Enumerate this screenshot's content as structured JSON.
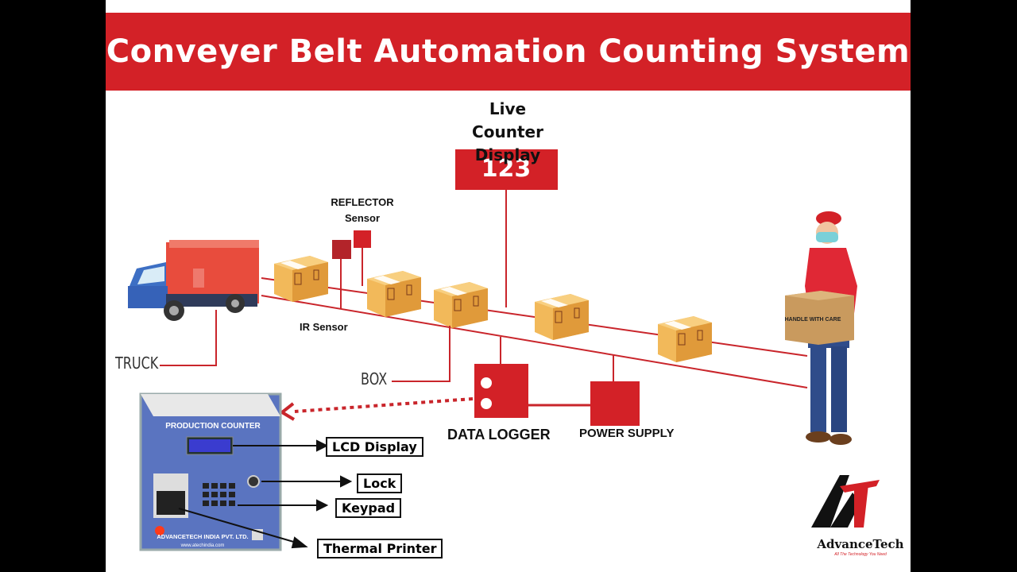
{
  "title": "Conveyer Belt Automation Counting System",
  "counter": {
    "heading": "Live Counter\nDisplay",
    "value": "123"
  },
  "labels": {
    "reflector": "REFLECTOR\nSensor",
    "ir_sensor": "IR Sensor",
    "truck": "TRUCK",
    "box": "BOX",
    "data_logger": "DATA LOGGER",
    "power_supply": "POWER SUPPLY",
    "box_print": "HANDLE WITH CARE"
  },
  "device": {
    "panel_title": "PRODUCTION COUNTER",
    "company": "ADVANCETECH INDIA PVT. LTD.",
    "website": "www.atechindia.com",
    "callouts": [
      "LCD Display",
      "Lock",
      "Keypad",
      "Thermal Printer"
    ]
  },
  "logo": {
    "name": "AdvanceTech",
    "tagline": "All The Technology You Need"
  },
  "colors": {
    "brand_red": "#d32127",
    "box_tan": "#f2b95a",
    "device_blue": "#5a74c0"
  }
}
